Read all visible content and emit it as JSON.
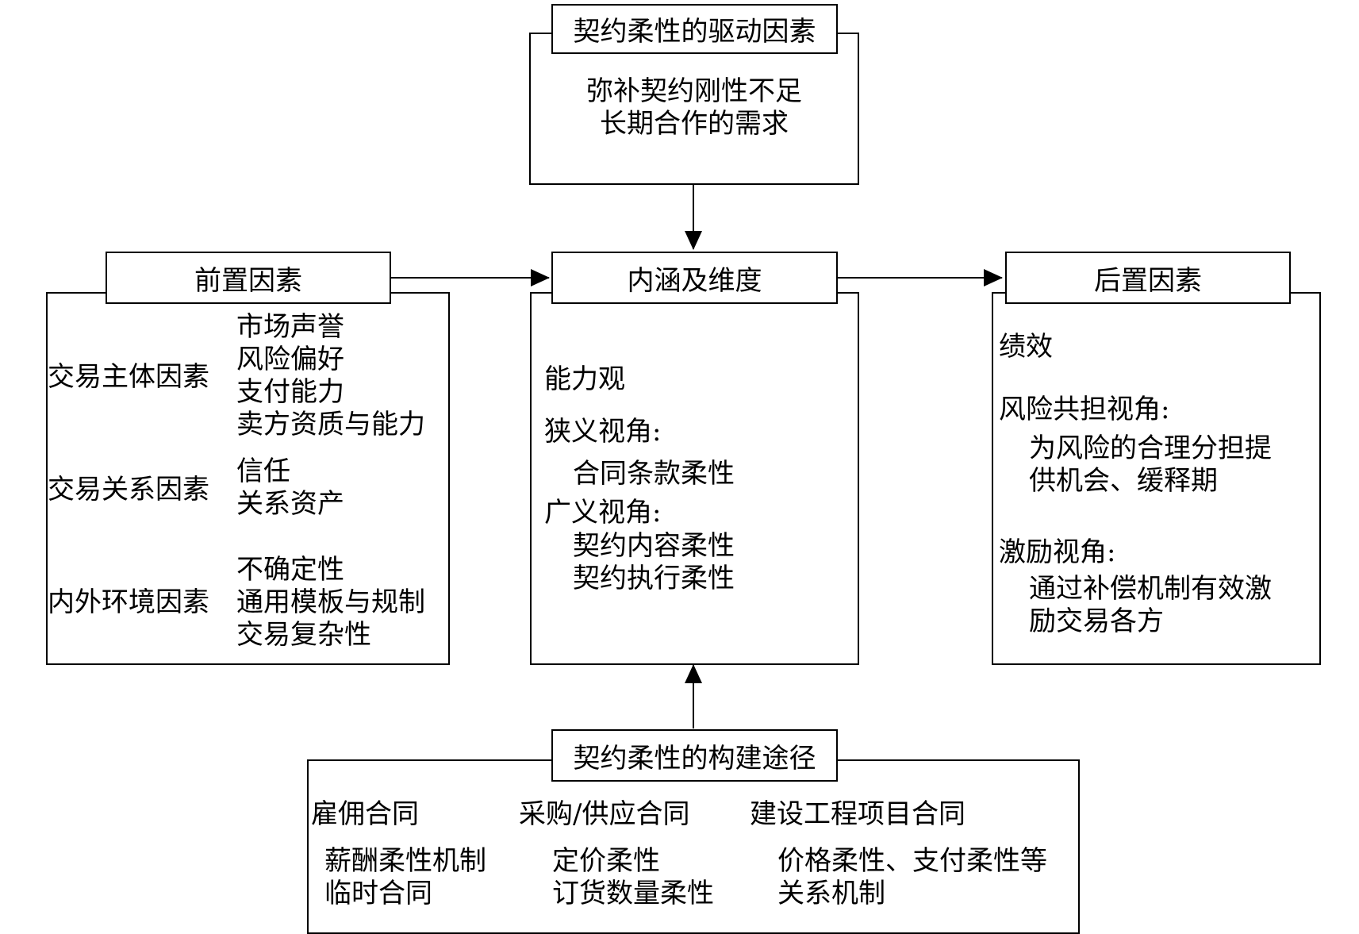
{
  "drivers": {
    "title": "契约柔性的驱动因素",
    "items": [
      "弥补契约刚性不足",
      "长期合作的需求"
    ]
  },
  "antecedents": {
    "title": "前置因素",
    "groups": [
      {
        "label": "交易主体因素",
        "items": [
          "市场声誉",
          "风险偏好",
          "支付能力",
          "卖方资质与能力"
        ]
      },
      {
        "label": "交易关系因素",
        "items": [
          "信任",
          "关系资产"
        ]
      },
      {
        "label": "内外环境因素",
        "items": [
          "不确定性",
          "通用模板与规制",
          "交易复杂性"
        ]
      }
    ]
  },
  "dimensions": {
    "title": "内涵及维度",
    "capability": "能力观",
    "narrow_label": "狭义视角:",
    "narrow_items": [
      "合同条款柔性"
    ],
    "broad_label": "广义视角:",
    "broad_items": [
      "契约内容柔性",
      "契约执行柔性"
    ]
  },
  "consequences": {
    "title": "后置因素",
    "performance": "绩效",
    "risk_label": "风险共担视角:",
    "risk_lines": [
      "为风险的合理分担提",
      "供机会、缓释期"
    ],
    "incentive_label": "激励视角:",
    "incentive_lines": [
      "通过补偿机制有效激",
      "励交易各方"
    ]
  },
  "construction": {
    "title": "契约柔性的构建途径",
    "columns": [
      {
        "heading": "雇佣合同",
        "items": [
          "薪酬柔性机制",
          "临时合同"
        ]
      },
      {
        "heading": "采购/供应合同",
        "items": [
          "定价柔性",
          "订货数量柔性"
        ]
      },
      {
        "heading": "建设工程项目合同",
        "items": [
          "价格柔性、支付柔性等",
          "关系机制"
        ]
      }
    ]
  }
}
